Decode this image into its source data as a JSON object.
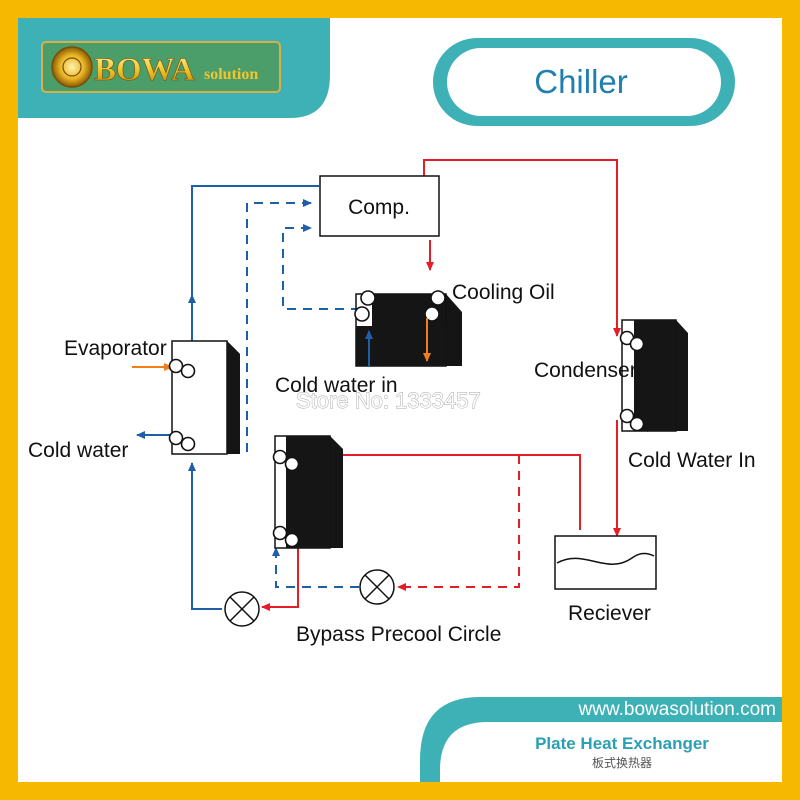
{
  "brand": {
    "logo_word": "BOWA",
    "logo_suffix": "solution",
    "website": "www.bowasolution.com",
    "product_en": "Plate Heat Exchanger",
    "product_cn": "板式换热器"
  },
  "title": "Chiller",
  "watermark": "Store No: 1333457",
  "labels": {
    "compressor": "Comp.",
    "cooling_oil": "Cooling Oil",
    "cold_water_in_oil": "Cold water in",
    "evaporator": "Evaporator",
    "cold_water_out": "Cold water",
    "condenser": "Condenser",
    "cold_water_in_cond": "Cold Water In",
    "receiver": "Reciever",
    "bypass": "Bypass Precool Circle"
  },
  "colors": {
    "frame": "#f6b800",
    "teal": "#3eb1b6",
    "refrigerant_hot": "#e41e26",
    "refrigerant_cold": "#1f5fa8",
    "water_in": "#f07f1a",
    "plate_body": "#151515"
  }
}
